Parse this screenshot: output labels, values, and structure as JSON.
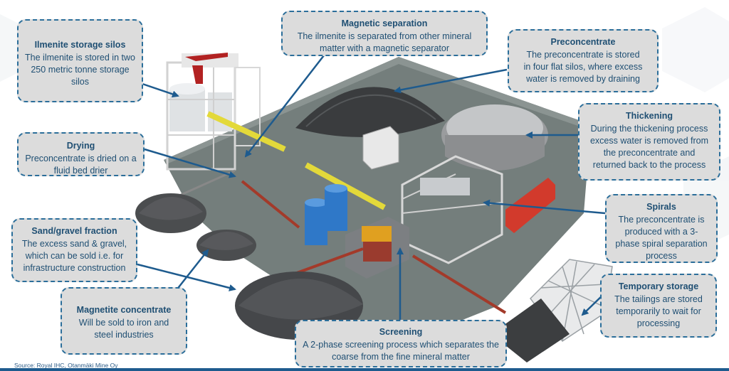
{
  "callouts": {
    "ilmenite": {
      "title": "Ilmenite storage silos",
      "desc": "The ilmenite is stored in two 250 metric tonne storage silos"
    },
    "magnetic": {
      "title": "Magnetic separation",
      "desc": "The ilmenite is separated from other mineral matter with a magnetic separator"
    },
    "preconcentrate": {
      "title": "Preconcentrate",
      "desc": "The preconcentrate is stored in four flat silos, where excess water is removed by draining"
    },
    "drying": {
      "title": "Drying",
      "desc": "Preconcentrate is dried on a fluid bed drier"
    },
    "thickening": {
      "title": "Thickening",
      "desc": "During the thickening process excess water is removed from the preconcentrate and returned back to the process"
    },
    "spirals": {
      "title": "Spirals",
      "desc": "The preconcentrate is produced with a 3-phase spiral separation process"
    },
    "sand": {
      "title": "Sand/gravel fraction",
      "desc": "The excess sand & gravel, which can be sold i.e. for infrastructure construction"
    },
    "magnetite": {
      "title": "Magnetite concentrate",
      "desc": "Will be sold to iron and steel industries"
    },
    "temporary": {
      "title": "Temporary storage",
      "desc": "The tailings are stored temporarily to wait for processing"
    },
    "screening": {
      "title": "Screening",
      "desc": "A 2-phase screening process which separates the coarse from the fine mineral matter"
    }
  },
  "source": "Source: Royal IHC, Otanmäki Mine Oy",
  "colors": {
    "callout_fill": "#dcdcdc",
    "callout_border": "#2b6e9a",
    "text": "#1f4f73",
    "arrow": "#1e5b8e"
  }
}
